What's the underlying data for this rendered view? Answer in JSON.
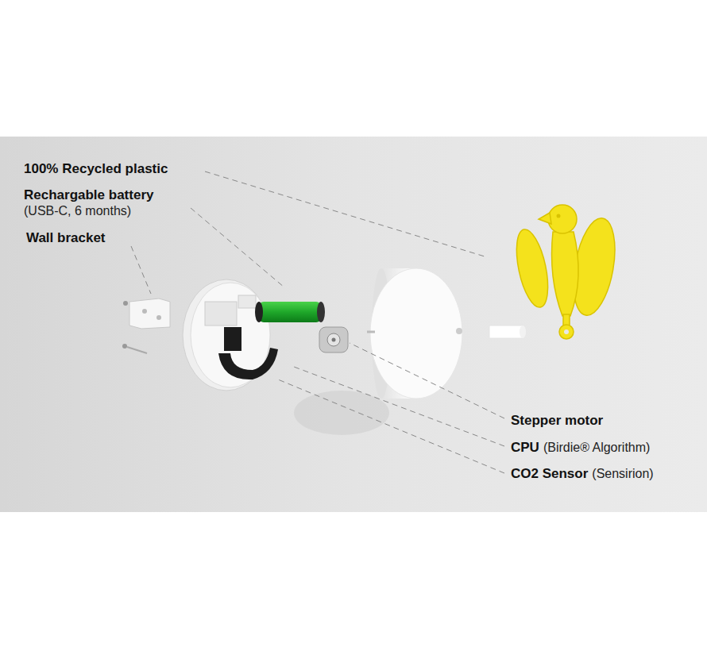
{
  "diagram": {
    "labels": [
      "100% Recycled plastic",
      "Rechargable battery",
      "(USB-C, 6 months)",
      "Wall bracket",
      "Stepper motor",
      "CPU",
      "(Birdie® Algorithm)",
      "CO2 Sensor",
      "(Sensirion)"
    ]
  }
}
